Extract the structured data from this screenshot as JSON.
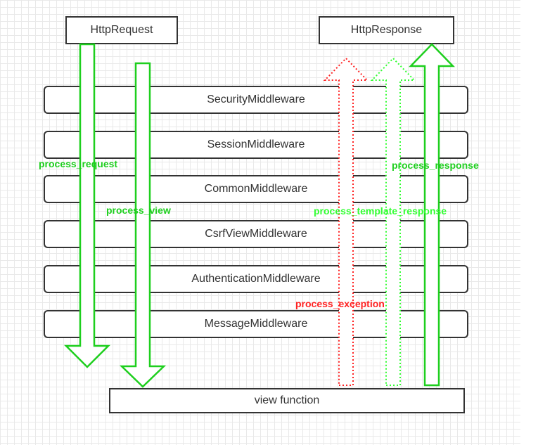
{
  "boxes": {
    "request": "HttpRequest",
    "response": "HttpResponse",
    "view": "view function"
  },
  "middlewares": [
    "SecurityMiddleware",
    "SessionMiddleware",
    "CommonMiddleware",
    "CsrfViewMiddleware",
    "AuthenticationMiddleware",
    "MessageMiddleware"
  ],
  "labels": {
    "process_request": "process_request",
    "process_view": "process_view",
    "process_template_response": "process_template_response",
    "process_response": "process_response",
    "process_exception": "process_exception"
  },
  "colors": {
    "green": "#1ecf1e",
    "bright_green": "#33ff33",
    "red": "#ff2222"
  }
}
